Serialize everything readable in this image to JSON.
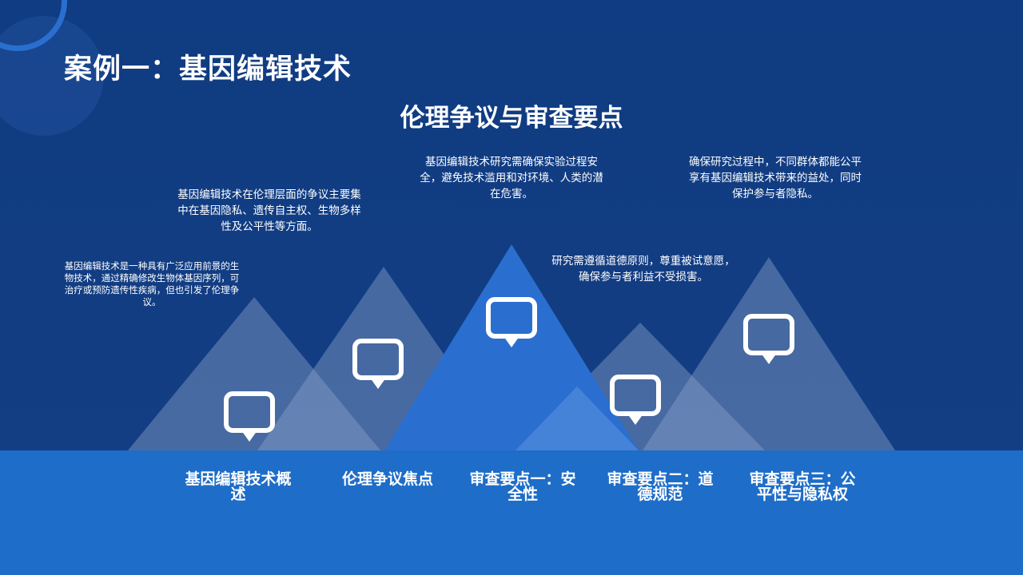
{
  "slide": {
    "title": "案例一：基因编辑技术",
    "subtitle": "伦理争议与审查要点"
  },
  "descriptions": [
    "基因编辑技术是一种具有广泛应用前景的生物技术，通过精确修改生物体基因序列，可治疗或预防遗传性疾病，但也引发了伦理争议。",
    "基因编辑技术在伦理层面的争议主要集中在基因隐私、遗传自主权、生物多样性及公平性等方面。",
    "基因编辑技术研究需确保实验过程安全，避免技术滥用和对环境、人类的潜在危害。",
    "研究需遵循道德原则，尊重被试意愿，确保参与者利益不受损害。",
    "确保研究过程中，不同群体都能公平享有基因编辑技术带来的益处，同时保护参与者隐私。"
  ],
  "labels": [
    "基因编辑技术概述",
    "伦理争议焦点",
    "审查要点一：安全性",
    "审查要点二：道德规范",
    "审查要点三：公平性与隐私权"
  ],
  "icons": [
    "speech-bubble-icon",
    "speech-bubble-icon",
    "speech-bubble-icon",
    "speech-bubble-icon",
    "speech-bubble-icon"
  ],
  "colors": {
    "background": "#0f3c82",
    "bottom_band": "#1e6dc8",
    "center_peak": "#2a6fd0",
    "text": "#ffffff"
  }
}
